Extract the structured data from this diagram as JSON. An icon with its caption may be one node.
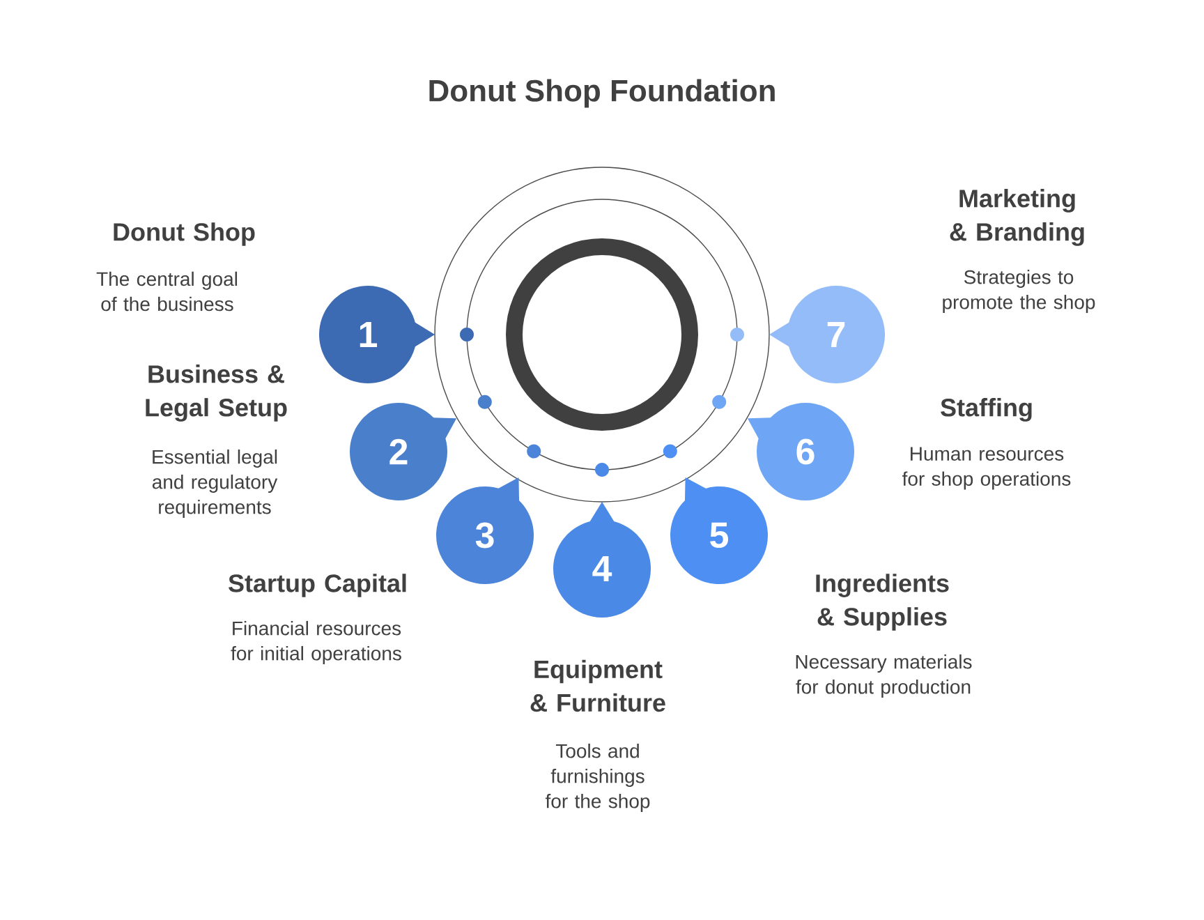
{
  "diagram": {
    "title": "Donut Shop Foundation",
    "nodes": [
      {
        "text": [
          "1"
        ],
        "beside": [
          "Donut Shop",
          "The central goal of the business"
        ]
      },
      {
        "text": [
          "2"
        ],
        "beside": [
          "Business & Legal Setup",
          "Essential legal and regulatory requirements"
        ]
      },
      {
        "text": [
          "3"
        ],
        "beside": [
          "Startup Capital",
          "Financial resources for initial operations"
        ]
      },
      {
        "text": [
          "4"
        ],
        "beside": [
          "Equipment & Furniture",
          "Tools and furnishings for the shop"
        ]
      },
      {
        "text": [
          "5"
        ],
        "beside": [
          "Ingredients & Supplies",
          "Necessary materials for donut production"
        ]
      },
      {
        "text": [
          "6"
        ],
        "beside": [
          "Staffing",
          "Human resources for shop operations"
        ]
      },
      {
        "text": [
          "7"
        ],
        "beside": [
          "Marketing & Branding",
          "Strategies to promote the shop"
        ]
      }
    ]
  }
}
